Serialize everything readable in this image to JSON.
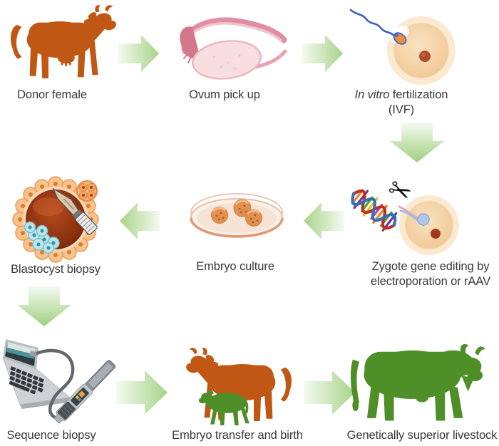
{
  "figure_type": "workflow-diagram",
  "topic": "Gene editing pipeline for genetically superior livestock",
  "colors": {
    "background": "#ffffff",
    "donor_cattle_orange": "#C05714",
    "edited_cattle_green": "#4E8F28",
    "arrow_green_tip": "#A9D389",
    "arrow_green_light": "#F2F8EE",
    "label_text": "#383838",
    "ovary_pink": "#E08FA2",
    "egg_peach": "#F2CB9C",
    "nucleus_red": "#B04A2E",
    "sperm_blue": "#3D5FC0",
    "icm_teal": "#BEE6EA",
    "scissors_black": "#111111"
  },
  "icons": {
    "scissors_glyph": "✂"
  },
  "steps": {
    "donor_female": {
      "label": "Donor female",
      "icon": "orange-cow-icon"
    },
    "ovum_pickup": {
      "label": "Ovum pick up",
      "icon": "ovary-oviduct-icon"
    },
    "ivf": {
      "label_italic": "In vitro",
      "label_rest": " fertilization",
      "label_line2": "(IVF)",
      "icon": "sperm-egg-icon"
    },
    "zygote_editing": {
      "label_line1": "Zygote gene editing by",
      "label_line2": "electroporation or rAAV",
      "icon": "dna-scissors-zygote-icon"
    },
    "embryo_culture": {
      "label": "Embryo culture",
      "icon": "petri-dish-embryos-icon"
    },
    "blastocyst_biopsy": {
      "label": "Blastocyst biopsy",
      "icon": "blastocyst-scalpel-icon"
    },
    "sequence_biopsy": {
      "label": "Sequence biopsy",
      "icon": "laptop-nanopore-sequencer-icon"
    },
    "embryo_transfer": {
      "label": "Embryo transfer and birth",
      "icon": "cow-and-calf-icon"
    },
    "superior_livestock": {
      "label": "Genetically superior livestock",
      "icon": "green-bull-icon"
    }
  },
  "flow": [
    {
      "from": "donor_female",
      "to": "ovum_pickup",
      "direction": "right"
    },
    {
      "from": "ovum_pickup",
      "to": "ivf",
      "direction": "right"
    },
    {
      "from": "ivf",
      "to": "zygote_editing",
      "direction": "down"
    },
    {
      "from": "zygote_editing",
      "to": "embryo_culture",
      "direction": "left"
    },
    {
      "from": "embryo_culture",
      "to": "blastocyst_biopsy",
      "direction": "left"
    },
    {
      "from": "blastocyst_biopsy",
      "to": "sequence_biopsy",
      "direction": "down"
    },
    {
      "from": "sequence_biopsy",
      "to": "embryo_transfer",
      "direction": "right"
    },
    {
      "from": "embryo_transfer",
      "to": "superior_livestock",
      "direction": "right"
    }
  ]
}
